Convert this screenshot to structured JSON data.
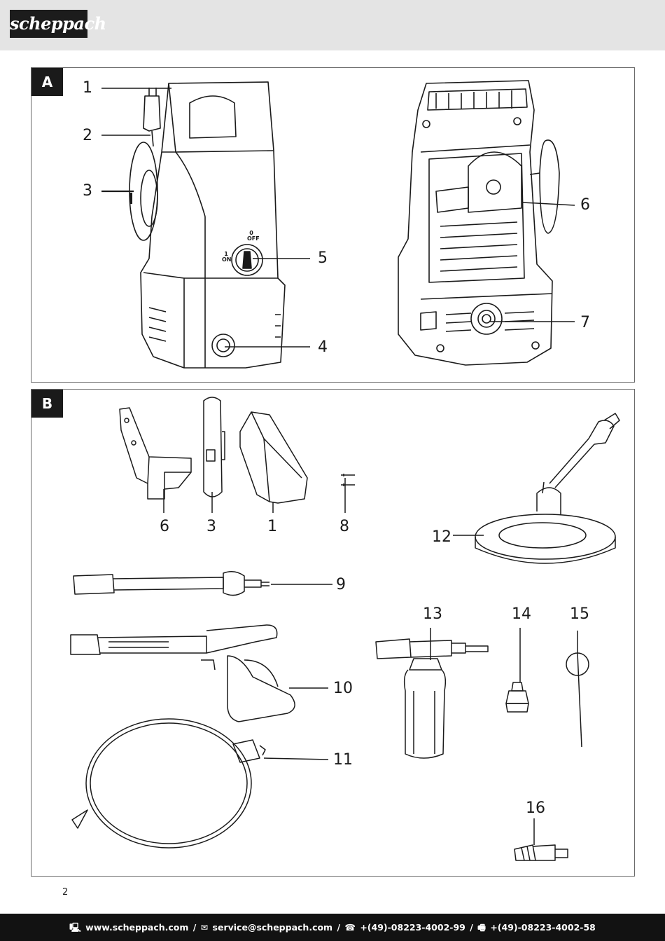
{
  "brand": {
    "logo_text": "scheppach"
  },
  "panel_a": {
    "tag": "A",
    "callouts": {
      "c1": "1",
      "c2": "2",
      "c3": "3",
      "c4": "4",
      "c5": "5",
      "c6": "6",
      "c7": "7"
    },
    "switch_labels": {
      "off_num": "0",
      "off": "OFF",
      "on_num": "1",
      "on": "ON"
    }
  },
  "panel_b": {
    "tag": "B",
    "callouts": {
      "c6": "6",
      "c3": "3",
      "c1": "1",
      "c8": "8",
      "c12": "12",
      "c9": "9",
      "c13": "13",
      "c14": "14",
      "c15": "15",
      "c10": "10",
      "c11": "11",
      "c16": "16"
    }
  },
  "page_number": "2",
  "footer": {
    "icon_web": "🖳",
    "website": "www.scheppach.com",
    "sep": "/",
    "icon_mail": "✉",
    "email": "service@scheppach.com",
    "icon_phone": "☎",
    "phone": "+(49)-08223-4002-99",
    "icon_fax": "🖷",
    "fax": "+(49)-08223-4002-58"
  },
  "colors": {
    "header_bg": "#e4e4e4",
    "logo_bg": "#1c1c1c",
    "footer_bg": "#121212",
    "line": "#1a1a1a"
  }
}
